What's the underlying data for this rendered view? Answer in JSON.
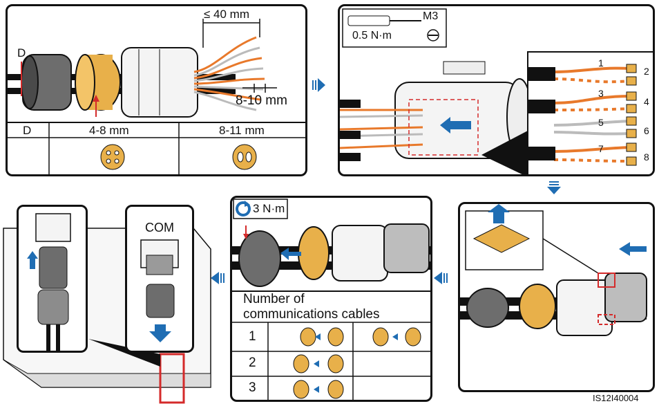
{
  "step1": {
    "dim_d": "D",
    "strip_length": "≤ 40 mm",
    "wire_strip": "8-10 mm",
    "table": {
      "header": "D",
      "options": [
        "4-8 mm",
        "8-11 mm"
      ]
    }
  },
  "step2": {
    "torque": "0.5 N·m",
    "tool": "M3",
    "pins": [
      "1",
      "2",
      "3",
      "4",
      "5",
      "6",
      "7",
      "8"
    ]
  },
  "step4": {
    "torque": "3 N·m",
    "table": {
      "header_line1": "Number of",
      "header_line2": "communications cables",
      "rows": [
        "1",
        "2",
        "3"
      ]
    }
  },
  "step5": {
    "port": "COM"
  },
  "figure_id": "IS12I40004",
  "colors": {
    "arrow_blue": "#1f6db3",
    "seal_yellow": "#e8b04a",
    "wire_orange": "#e8792b",
    "highlight_red": "#d42a2a"
  }
}
